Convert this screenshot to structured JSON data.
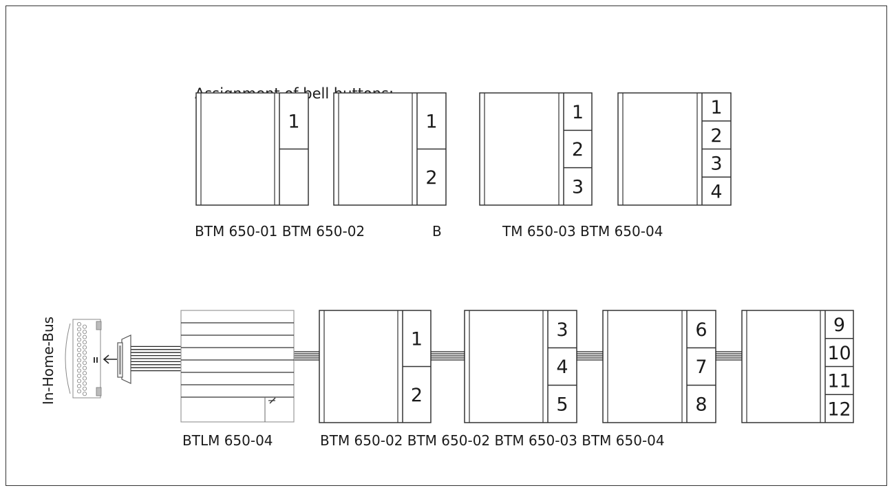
{
  "diagram": {
    "heading": "Assignment of bell buttons:",
    "top_row": {
      "modules": [
        {
          "buttons": [
            "1",
            ""
          ]
        },
        {
          "buttons": [
            "1",
            "2"
          ]
        },
        {
          "buttons": [
            "1",
            "2",
            "3"
          ]
        },
        {
          "buttons": [
            "1",
            "2",
            "3",
            "4"
          ]
        }
      ],
      "caption_parts": [
        "BTM 650-01 BTM 650-02",
        "B",
        "TM 650-03 BTM 650-04"
      ]
    },
    "bottom_row": {
      "bus_label": "In-Home-Bus",
      "base_module_caption": "BTLM 650-04",
      "modules": [
        {
          "buttons": [
            "1",
            "2"
          ]
        },
        {
          "buttons": [
            "3",
            "4",
            "5"
          ]
        },
        {
          "buttons": [
            "6",
            "7",
            "8"
          ]
        },
        {
          "buttons": [
            "9",
            "10",
            "11",
            "12"
          ]
        }
      ],
      "caption": "BTM 650-02 BTM 650-02 BTM 650-03 BTM 650-04"
    }
  }
}
